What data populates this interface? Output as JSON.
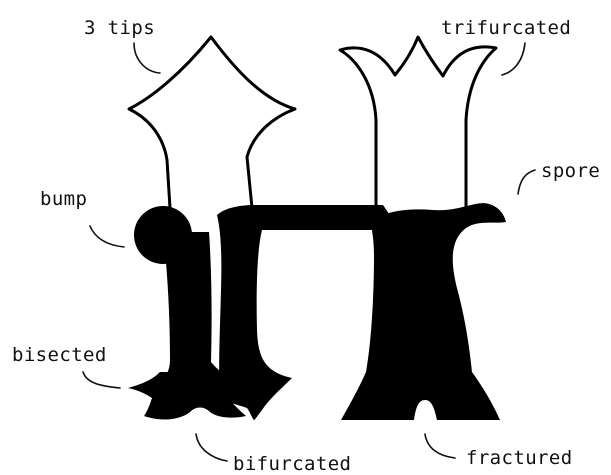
{
  "labels": {
    "three_tips": "3 tips",
    "trifurcated": "trifurcated",
    "spore": "spore",
    "bump": "bump",
    "bisected": "bisected",
    "bifurcated": "bifurcated",
    "fractured": "fractured"
  },
  "colors": {
    "ink": "#000000",
    "paper": "#ffffff"
  }
}
